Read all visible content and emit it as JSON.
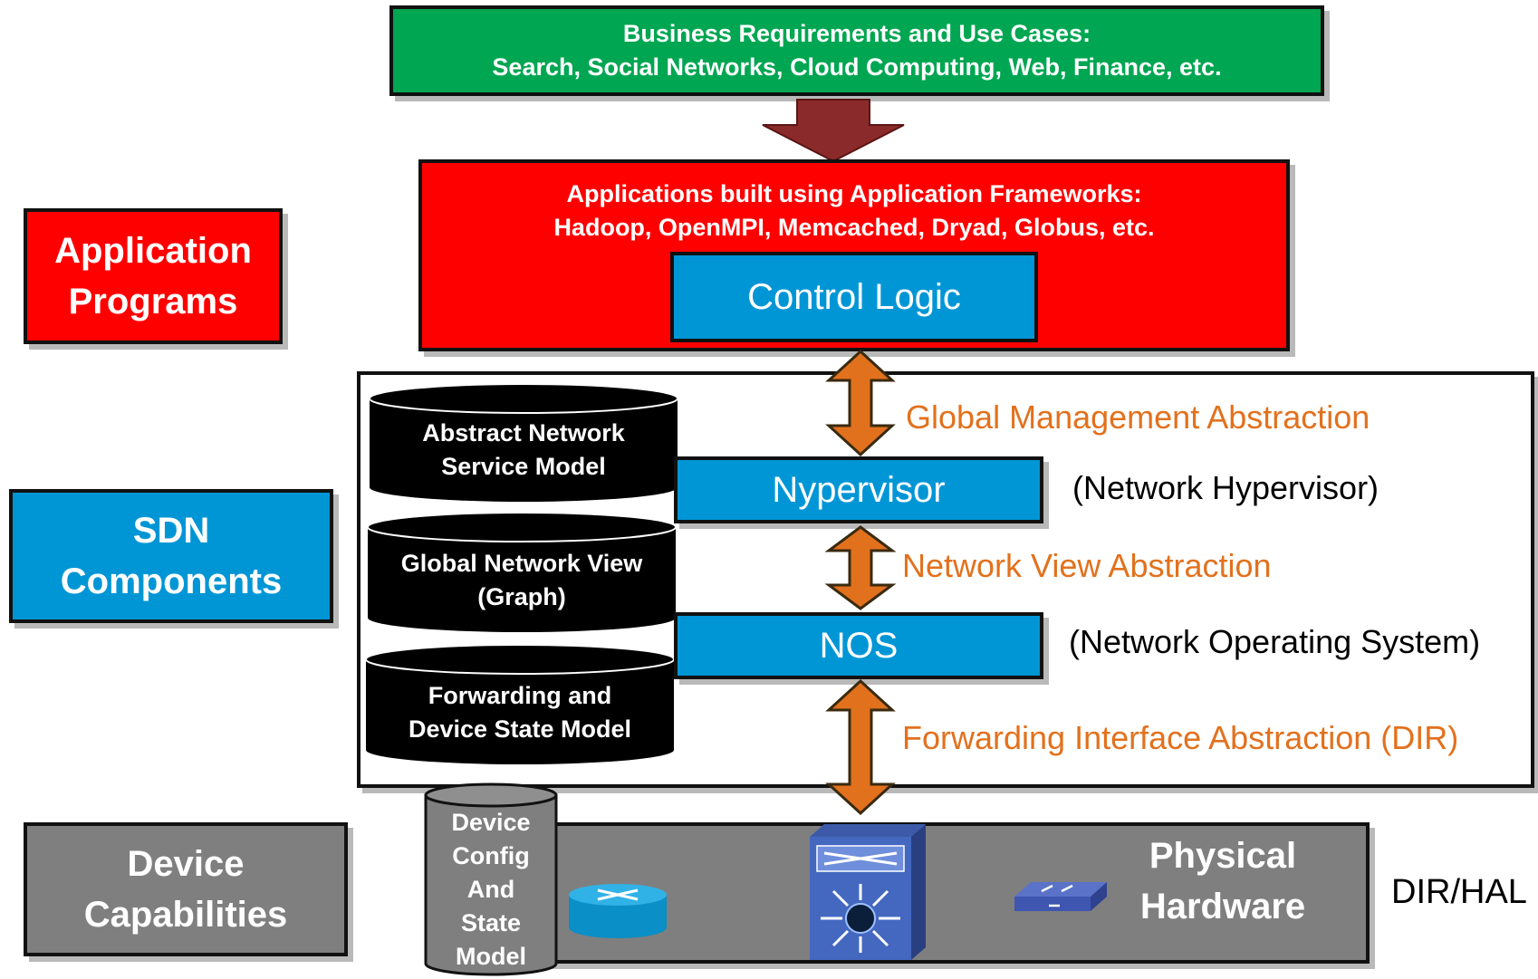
{
  "business": {
    "line1": "Business Requirements and Use Cases:",
    "line2": "Search, Social Networks, Cloud Computing, Web, Finance, etc."
  },
  "applications": {
    "line1": "Applications built using Application Frameworks:",
    "line2": "Hadoop, OpenMPI, Memcached, Dryad, Globus, etc.",
    "control_logic": "Control Logic"
  },
  "left_labels": {
    "application_programs": [
      "Application",
      "Programs"
    ],
    "sdn_components": [
      "SDN",
      "Components"
    ],
    "device_capabilities": [
      "Device",
      "Capabilities"
    ]
  },
  "models": {
    "abstract": [
      "Abstract Network",
      "Service Model"
    ],
    "global_view": [
      "Global Network View",
      "(Graph)"
    ],
    "forwarding": [
      "Forwarding and",
      "Device State Model"
    ],
    "device_config": [
      "Device",
      "Config",
      "And",
      "State",
      "Model"
    ]
  },
  "layers": {
    "nypervisor": "Nypervisor",
    "nypervisor_note": "(Network Hypervisor)",
    "nos": "NOS",
    "nos_note": "(Network Operating System)"
  },
  "abstractions": {
    "global_management": "Global Management Abstraction",
    "network_view": "Network View Abstraction",
    "forwarding_interface": "Forwarding Interface Abstraction (DIR)"
  },
  "hardware": {
    "label": [
      "Physical",
      "Hardware"
    ],
    "side_label": "DIR/HAL",
    "icons": [
      "router-icon",
      "switch-chassis-icon",
      "switch-icon"
    ]
  },
  "colors": {
    "green": "#00a651",
    "red": "#ff0000",
    "blue": "#0096d6",
    "gray": "#7f7f7f",
    "orange": "#e2711d",
    "dark_red_arrow": "#8b2a2a"
  }
}
